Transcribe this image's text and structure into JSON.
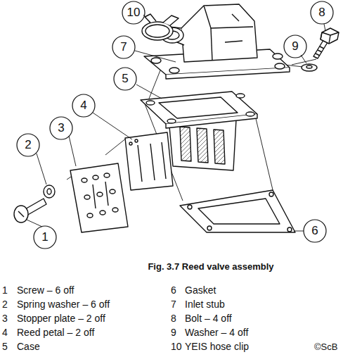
{
  "diagram": {
    "caption": "Fig. 3.7 Reed valve assembly",
    "labels": [
      "10",
      "8",
      "7",
      "9",
      "5",
      "4",
      "3",
      "2",
      "1",
      "6",
      "1",
      "Screw – 6 off",
      "2",
      "Spring washer – 6 off",
      "3",
      "Stopper plate – 2 off",
      "4",
      "Reed petal – 2 off",
      "5",
      "Case",
      "6",
      "Gasket",
      "7",
      "Inlet stub",
      "8",
      "Bolt – 4 off",
      "9",
      "Washer – 4 off",
      "10",
      "YEIS hose clip",
      "©ScB"
    ]
  }
}
